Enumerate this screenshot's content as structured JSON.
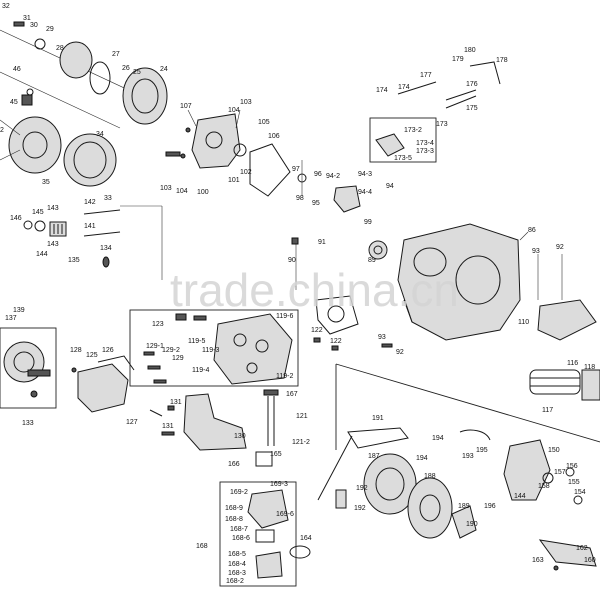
{
  "watermark": "trade.china.cn",
  "labels": {
    "l32": "32",
    "l31": "31",
    "l30": "30",
    "l29": "29",
    "l28": "28",
    "l27": "27",
    "l26": "26",
    "l25": "25",
    "l24": "24",
    "l46": "46",
    "l45": "45",
    "l34": "34",
    "l35": "35",
    "l33": "33",
    "l2": "2",
    "l107": "107",
    "l104a": "104",
    "l103a": "103",
    "l105": "105",
    "l106": "106",
    "l103b": "103",
    "l104b": "104",
    "l100": "100",
    "l101": "101",
    "l102": "102",
    "l146": "146",
    "l145": "145",
    "l143a": "143",
    "l142": "142",
    "l141": "141",
    "l143b": "143",
    "l144": "144",
    "l135": "135",
    "l134": "134",
    "l139": "139",
    "l137": "137",
    "l180": "180",
    "l179": "179",
    "l178": "178",
    "l177": "177",
    "l174a": "174",
    "l174b": "174",
    "l176": "176",
    "l175": "175",
    "l173": "173",
    "l173_2": "173-2",
    "l173_4": "173-4",
    "l173_3": "173-3",
    "l173_5": "173-5",
    "l97": "97",
    "l96": "96",
    "l94_2": "94-2",
    "l94_3": "94-3",
    "l94_4": "94-4",
    "l94": "94",
    "l98": "98",
    "l95": "95",
    "l99": "99",
    "l86": "86",
    "l91": "91",
    "l90": "90",
    "l89": "89",
    "l93": "93",
    "l92": "92",
    "l110": "110",
    "l116": "116",
    "l118": "118",
    "l117": "117",
    "l123": "123",
    "l119_6": "119-6",
    "l119_5": "119-5",
    "l119_3": "119-3",
    "l119_4": "119-4",
    "l119_2": "119-2",
    "l122a": "122",
    "l122b": "122",
    "l93b": "93",
    "l92b": "92",
    "l128": "128",
    "l125": "125",
    "l126": "126",
    "l129_1": "129-1",
    "l129_2": "129-2",
    "l129": "129",
    "l133": "133",
    "l127": "127",
    "l131a": "131",
    "l131b": "131",
    "l130": "130",
    "l167": "167",
    "l121": "121",
    "l121_2": "121-2",
    "l165": "165",
    "l166": "166",
    "l169_2": "169-2",
    "l169_3": "169-3",
    "l168_9": "168-9",
    "l169_6": "169-6",
    "l168_8": "168-8",
    "l168_7": "168-7",
    "l168_6": "168-6",
    "l168": "168",
    "l168_5": "168-5",
    "l168_4": "168-4",
    "l168_3": "168-3",
    "l168_2": "168-2",
    "l164": "164",
    "l191": "191",
    "l194a": "194",
    "l194b": "194",
    "l193": "193",
    "l195": "195",
    "l187": "187",
    "l192a": "192",
    "l192b": "192",
    "l188": "188",
    "l189": "189",
    "l190": "190",
    "l196": "196",
    "l144b": "144",
    "l150": "150",
    "l157": "157",
    "l156": "156",
    "l158": "158",
    "l155": "155",
    "l154": "154",
    "l162": "162",
    "l163": "163",
    "l160": "160"
  }
}
